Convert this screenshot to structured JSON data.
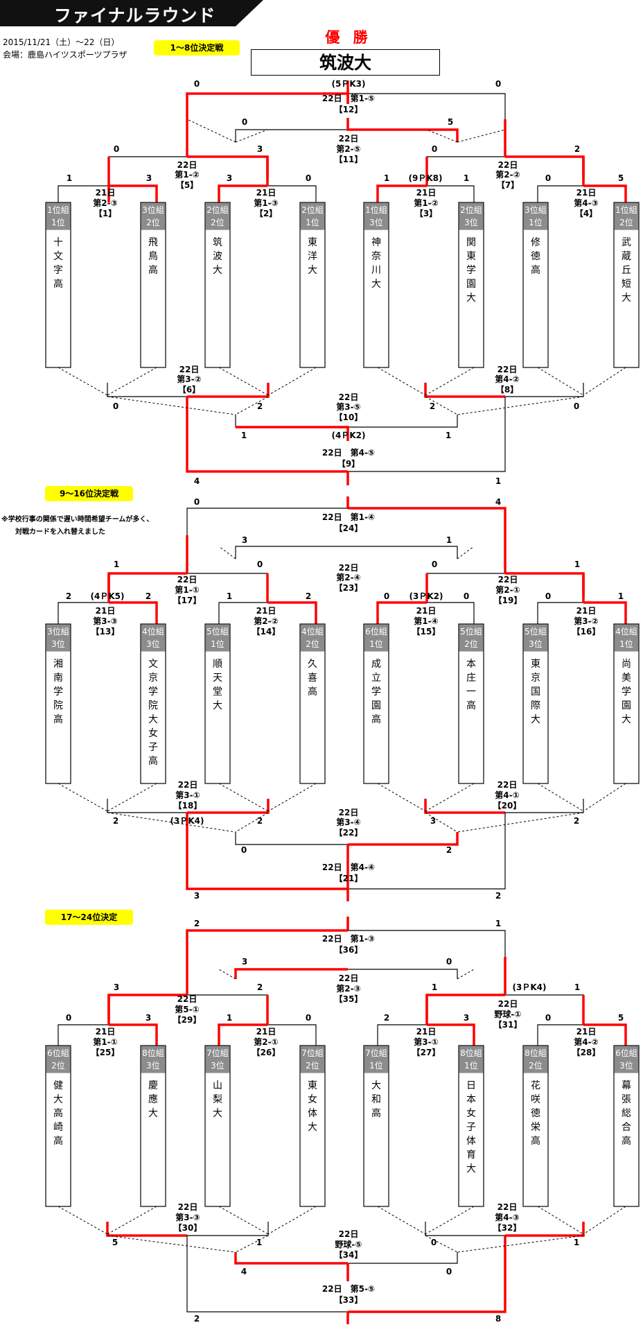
{
  "banner_title": "ファイナルラウンド",
  "date": "2015/11/21（土）～22（日）",
  "venue": "会場：鹿島ハイツスポーツプラザ",
  "champion_label": "優 勝",
  "champion": "筑波大",
  "sections": {
    "s1": "1～8位決定戦",
    "s2": "9～16位決定戦",
    "s3": "17～24位決定"
  },
  "note_line1": "※学校行事の関係で遅い時間希望チームが多く、",
  "note_line2": "対戦カードを入れ替えました",
  "teams": [
    [
      "1位組",
      "1位",
      "十文字高"
    ],
    [
      "3位組",
      "2位",
      "飛鳥高"
    ],
    [
      "2位組",
      "2位",
      "筑波大"
    ],
    [
      "2位組",
      "1位",
      "東洋大"
    ],
    [
      "1位組",
      "3位",
      "神奈川大"
    ],
    [
      "2位組",
      "3位",
      "関東学園大"
    ],
    [
      "3位組",
      "1位",
      "修徳高"
    ],
    [
      "1位組",
      "2位",
      "武蔵丘短大"
    ],
    [
      "3位組",
      "3位",
      "湘南学院高"
    ],
    [
      "4位組",
      "3位",
      "文京学院大女子高"
    ],
    [
      "5位組",
      "1位",
      "順天堂大"
    ],
    [
      "4位組",
      "2位",
      "久喜高"
    ],
    [
      "6位組",
      "1位",
      "成立学園高"
    ],
    [
      "5位組",
      "2位",
      "本庄一高"
    ],
    [
      "5位組",
      "3位",
      "東京国際大"
    ],
    [
      "4位組",
      "1位",
      "尚美学園大"
    ],
    [
      "6位組",
      "2位",
      "健大高崎高"
    ],
    [
      "8位組",
      "3位",
      "慶應大"
    ],
    [
      "7位組",
      "3位",
      "山梨大"
    ],
    [
      "7位組",
      "2位",
      "東女体大"
    ],
    [
      "7位組",
      "1位",
      "大和高"
    ],
    [
      "8位組",
      "1位",
      "日本女子体育大"
    ],
    [
      "8位組",
      "2位",
      "花咲徳栄高"
    ],
    [
      "6位組",
      "3位",
      "幕張総合高"
    ]
  ],
  "texts": [
    [
      "0",
      284,
      125
    ],
    [
      "0",
      719,
      125
    ],
    [
      "(5ＰK3)",
      503,
      125
    ],
    [
      "22日　第1-⑤",
      503,
      146
    ],
    [
      "【12】",
      503,
      162
    ],
    [
      "0",
      353,
      180
    ],
    [
      "5",
      650,
      180
    ],
    [
      "22日",
      503,
      204
    ],
    [
      "第2-⑤",
      503,
      219
    ],
    [
      "【11】",
      503,
      234
    ],
    [
      "0",
      168,
      219
    ],
    [
      "3",
      375,
      219
    ],
    [
      "0",
      627,
      219
    ],
    [
      "2",
      833,
      219
    ],
    [
      "22日",
      270,
      242
    ],
    [
      "第1-②",
      270,
      256
    ],
    [
      "【5】",
      270,
      271
    ],
    [
      "22日",
      733,
      242
    ],
    [
      "第2-②",
      733,
      256
    ],
    [
      "【7】",
      733,
      271
    ],
    [
      "1",
      100,
      261
    ],
    [
      "3",
      215,
      261
    ],
    [
      "3",
      331,
      261
    ],
    [
      "0",
      445,
      261
    ],
    [
      "1",
      558,
      261
    ],
    [
      "(9ＰK8)",
      614,
      261
    ],
    [
      "1",
      673,
      261
    ],
    [
      "0",
      791,
      261
    ],
    [
      "5",
      896,
      261
    ],
    [
      "21日",
      152,
      282
    ],
    [
      "第2-③",
      152,
      297
    ],
    [
      "【1】",
      152,
      312
    ],
    [
      "21日",
      384,
      282
    ],
    [
      "第1-③",
      384,
      297
    ],
    [
      "【2】",
      384,
      312
    ],
    [
      "21日",
      615,
      282
    ],
    [
      "第1-②",
      615,
      297
    ],
    [
      "【3】",
      615,
      312
    ],
    [
      "21日",
      846,
      282
    ],
    [
      "第4-③",
      846,
      297
    ],
    [
      "【4】",
      846,
      312
    ],
    [
      "22日",
      273,
      537
    ],
    [
      "第3-②",
      273,
      551
    ],
    [
      "【6】",
      273,
      566
    ],
    [
      "22日",
      732,
      537
    ],
    [
      "第4-②",
      732,
      551
    ],
    [
      "【8】",
      732,
      566
    ],
    [
      "22日",
      503,
      577
    ],
    [
      "第3-⑤",
      503,
      591
    ],
    [
      "【10】",
      503,
      606
    ],
    [
      "0",
      167,
      590
    ],
    [
      "2",
      375,
      590
    ],
    [
      "2",
      624,
      590
    ],
    [
      "0",
      832,
      590
    ],
    [
      "1",
      352,
      632
    ],
    [
      "(4ＰK2)",
      503,
      632
    ],
    [
      "1",
      647,
      632
    ],
    [
      "22日　第4-⑤",
      503,
      657
    ],
    [
      "【9】",
      503,
      673
    ],
    [
      "4",
      284,
      698
    ],
    [
      "1",
      719,
      698
    ],
    [
      "0",
      284,
      728
    ],
    [
      "4",
      719,
      728
    ],
    [
      "22日　第1-④",
      503,
      750
    ],
    [
      "【24】",
      503,
      766
    ],
    [
      "3",
      353,
      783
    ],
    [
      "1",
      648,
      783
    ],
    [
      "0",
      375,
      818
    ],
    [
      "22日",
      503,
      823
    ],
    [
      "0",
      627,
      818
    ],
    [
      "第2-④",
      503,
      837
    ],
    [
      "【23】",
      503,
      852
    ],
    [
      "1",
      168,
      818
    ],
    [
      "1",
      833,
      818
    ],
    [
      "22日",
      270,
      840
    ],
    [
      "第1-①",
      270,
      855
    ],
    [
      "【17】",
      270,
      870
    ],
    [
      "22日",
      733,
      840
    ],
    [
      "第2-①",
      733,
      855
    ],
    [
      "【19】",
      733,
      870
    ],
    [
      "2",
      99,
      864
    ],
    [
      "(4ＰK5)",
      155,
      864
    ],
    [
      "2",
      214,
      864
    ],
    [
      "1",
      331,
      864
    ],
    [
      "2",
      445,
      864
    ],
    [
      "0",
      558,
      864
    ],
    [
      "(3ＰK2)",
      615,
      864
    ],
    [
      "0",
      673,
      864
    ],
    [
      "0",
      791,
      864
    ],
    [
      "1",
      896,
      864
    ],
    [
      "21日",
      152,
      885
    ],
    [
      "第3-③",
      152,
      900
    ],
    [
      "【13】",
      152,
      915
    ],
    [
      "21日",
      384,
      885
    ],
    [
      "第2-②",
      384,
      900
    ],
    [
      "【14】",
      384,
      915
    ],
    [
      "21日",
      615,
      885
    ],
    [
      "第1-④",
      615,
      900
    ],
    [
      "【15】",
      615,
      915
    ],
    [
      "21日",
      846,
      885
    ],
    [
      "第3-②",
      846,
      900
    ],
    [
      "【16】",
      846,
      915
    ],
    [
      "22日",
      271,
      1136
    ],
    [
      "第3-①",
      271,
      1151
    ],
    [
      "【18】",
      271,
      1166
    ],
    [
      "22日",
      732,
      1136
    ],
    [
      "第4-①",
      732,
      1151
    ],
    [
      "【20】",
      732,
      1166
    ],
    [
      "22日",
      503,
      1176
    ],
    [
      "第3-④",
      503,
      1190
    ],
    [
      "【22】",
      503,
      1205
    ],
    [
      "2",
      167,
      1188
    ],
    [
      "(3ＰK4)",
      270,
      1188
    ],
    [
      "2",
      375,
      1188
    ],
    [
      "3",
      625,
      1188
    ],
    [
      "2",
      832,
      1188
    ],
    [
      "0",
      352,
      1230
    ],
    [
      "2",
      648,
      1230
    ],
    [
      "22日　第4-④",
      503,
      1255
    ],
    [
      "【21】",
      503,
      1271
    ],
    [
      "3",
      284,
      1296
    ],
    [
      "2",
      719,
      1296
    ],
    [
      "2",
      284,
      1336
    ],
    [
      "1",
      719,
      1336
    ],
    [
      "22日　第1-③",
      503,
      1358
    ],
    [
      "【36】",
      503,
      1374
    ],
    [
      "3",
      353,
      1391
    ],
    [
      "0",
      648,
      1391
    ],
    [
      "2",
      375,
      1428
    ],
    [
      "22日",
      503,
      1415
    ],
    [
      "第2-③",
      503,
      1430
    ],
    [
      "【35】",
      503,
      1445
    ],
    [
      "1",
      627,
      1428
    ],
    [
      "(3ＰK4)",
      764,
      1428
    ],
    [
      "3",
      168,
      1428
    ],
    [
      "1",
      833,
      1428
    ],
    [
      "22日",
      270,
      1445
    ],
    [
      "第5-①",
      270,
      1460
    ],
    [
      "【29】",
      270,
      1475
    ],
    [
      "22日",
      733,
      1452
    ],
    [
      "野球-①",
      733,
      1467
    ],
    [
      "【31】",
      733,
      1482
    ],
    [
      "0",
      99,
      1472
    ],
    [
      "3",
      214,
      1472
    ],
    [
      "1",
      331,
      1472
    ],
    [
      "0",
      445,
      1472
    ],
    [
      "2",
      558,
      1472
    ],
    [
      "3",
      673,
      1472
    ],
    [
      "0",
      791,
      1472
    ],
    [
      "5",
      896,
      1472
    ],
    [
      "21日",
      152,
      1492
    ],
    [
      "第1-①",
      152,
      1507
    ],
    [
      "【25】",
      152,
      1522
    ],
    [
      "21日",
      384,
      1492
    ],
    [
      "第2-①",
      384,
      1507
    ],
    [
      "【26】",
      384,
      1522
    ],
    [
      "21日",
      615,
      1492
    ],
    [
      "第3-①",
      615,
      1507
    ],
    [
      "【27】",
      615,
      1522
    ],
    [
      "21日",
      846,
      1492
    ],
    [
      "第4-②",
      846,
      1507
    ],
    [
      "【28】",
      846,
      1522
    ],
    [
      "22日",
      271,
      1745
    ],
    [
      "第3-③",
      271,
      1760
    ],
    [
      "【30】",
      271,
      1775
    ],
    [
      "22日",
      732,
      1745
    ],
    [
      "第4-③",
      732,
      1760
    ],
    [
      "【32】",
      732,
      1775
    ],
    [
      "5",
      166,
      1796
    ],
    [
      "1",
      374,
      1796
    ],
    [
      "0",
      626,
      1796
    ],
    [
      "1",
      832,
      1796
    ],
    [
      "22日",
      503,
      1784
    ],
    [
      "野球-⑤",
      503,
      1799
    ],
    [
      "【34】",
      503,
      1814
    ],
    [
      "4",
      352,
      1838
    ],
    [
      "0",
      648,
      1838
    ],
    [
      "22日　第5-⑤",
      503,
      1863
    ],
    [
      "【33】",
      503,
      1879
    ],
    [
      "2",
      284,
      1906
    ],
    [
      "8",
      719,
      1906
    ]
  ]
}
